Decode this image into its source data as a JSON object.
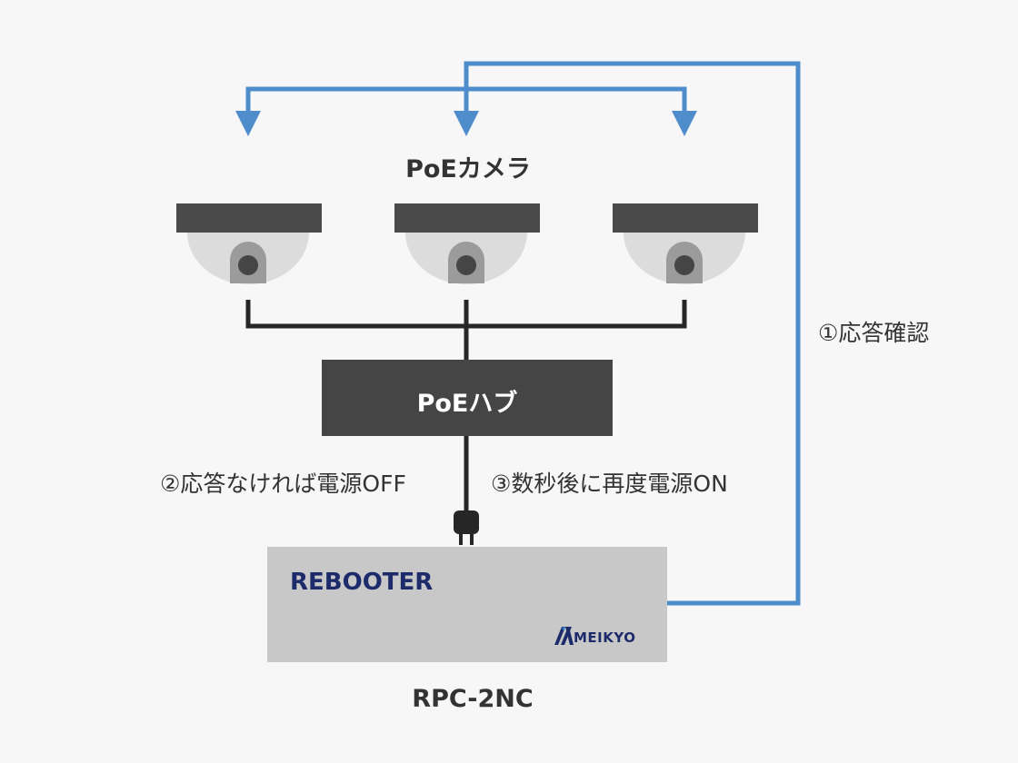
{
  "labels": {
    "cameras": "PoEカメラ",
    "hub": "PoEハブ",
    "step1": "①応答確認",
    "step2": "②応答なければ電源OFF",
    "step3": "③数秒後に再度電源ON",
    "product_model": "RPC-2NC",
    "brand": "REBOOTER",
    "maker": "MEIKYO"
  },
  "colors": {
    "arrow": "#4e8ccb",
    "cable": "#262626",
    "hub_fill": "#454545",
    "camera_top": "#4a4a4a",
    "camera_dome": "#dcdcdc",
    "camera_lens_mount": "#9b9b9b",
    "camera_lens": "#454545",
    "device_fill": "#c8c8c8",
    "brand_text": "#1d2b6b"
  },
  "icons": {
    "camera": "dome-camera-icon",
    "plug": "power-plug-icon",
    "logo": "meikyo-logo-icon"
  }
}
